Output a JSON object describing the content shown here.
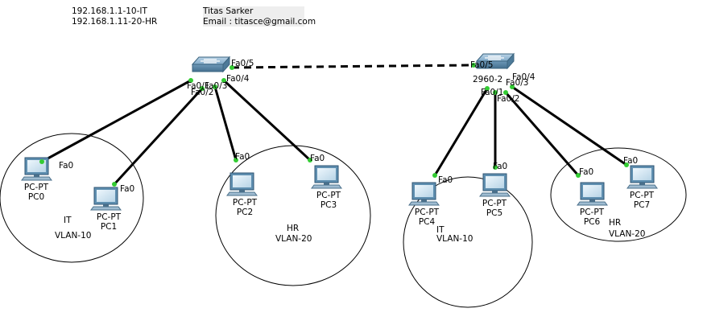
{
  "notes": {
    "ip_plan": [
      "192.168.1.1-10-IT",
      "192.168.1.11-20-HR"
    ],
    "author": [
      "Titas Sarker",
      "Email : titasce@gmail.com"
    ]
  },
  "switches": [
    {
      "id": "sw1",
      "label": ""
    },
    {
      "id": "sw2",
      "label": "2960-2"
    }
  ],
  "pcs": [
    {
      "id": "pc0",
      "type": "PC-PT",
      "name": "PC0",
      "port": "Fa0"
    },
    {
      "id": "pc1",
      "type": "PC-PT",
      "name": "PC1",
      "port": "Fa0"
    },
    {
      "id": "pc2",
      "type": "PC-PT",
      "name": "PC2",
      "port": "Fa0"
    },
    {
      "id": "pc3",
      "type": "PC-PT",
      "name": "PC3",
      "port": "Fa0"
    },
    {
      "id": "pc4",
      "type": "PC-PT",
      "name": "PC4",
      "port": "Fa0"
    },
    {
      "id": "pc5",
      "type": "PC-PT",
      "name": "PC5",
      "port": "Fa0"
    },
    {
      "id": "pc6",
      "type": "PC-PT",
      "name": "PC6",
      "port": "Fa0"
    },
    {
      "id": "pc7",
      "type": "PC-PT",
      "name": "PC7",
      "port": "Fa0"
    }
  ],
  "links": [
    {
      "id": "trunk",
      "from": "sw1",
      "from_port": "Fa0/5",
      "to": "sw2",
      "to_port": "Fa0/5",
      "style": "dashed"
    },
    {
      "id": "sw1-pc0",
      "from": "sw1",
      "from_port": "Fa0/1",
      "to": "pc0",
      "to_port": "Fa0"
    },
    {
      "id": "sw1-pc1",
      "from": "sw1",
      "from_port": "Fa0/2",
      "to": "pc1",
      "to_port": "Fa0"
    },
    {
      "id": "sw1-pc2",
      "from": "sw1",
      "from_port": "Fa0/3",
      "to": "pc2",
      "to_port": "Fa0"
    },
    {
      "id": "sw1-pc3",
      "from": "sw1",
      "from_port": "Fa0/4",
      "to": "pc3",
      "to_port": "Fa0"
    },
    {
      "id": "sw2-pc4",
      "from": "sw2",
      "from_port": "Fa0/1",
      "to": "pc4",
      "to_port": "Fa0"
    },
    {
      "id": "sw2-pc5",
      "from": "sw2",
      "from_port": "Fa0/2",
      "to": "pc5",
      "to_port": "Fa0"
    },
    {
      "id": "sw2-pc6",
      "from": "sw2",
      "from_port": "Fa0/3",
      "to": "pc6",
      "to_port": "Fa0"
    },
    {
      "id": "sw2-pc7",
      "from": "sw2",
      "from_port": "Fa0/4",
      "to": "pc7",
      "to_port": "Fa0"
    }
  ],
  "groups": [
    {
      "id": "grp1",
      "dept": "IT",
      "vlan": "VLAN-10"
    },
    {
      "id": "grp2",
      "dept": "HR",
      "vlan": "VLAN-20"
    },
    {
      "id": "grp3",
      "dept": "IT",
      "vlan": "VLAN-10"
    },
    {
      "id": "grp4",
      "dept": "HR",
      "vlan": "VLAN-20"
    }
  ],
  "colors": {
    "link": "#000000",
    "port_dot": "#33cc33",
    "switch": "#6f9fbf",
    "monitor": "#5f8fb0",
    "screen": "#dfeef8"
  }
}
